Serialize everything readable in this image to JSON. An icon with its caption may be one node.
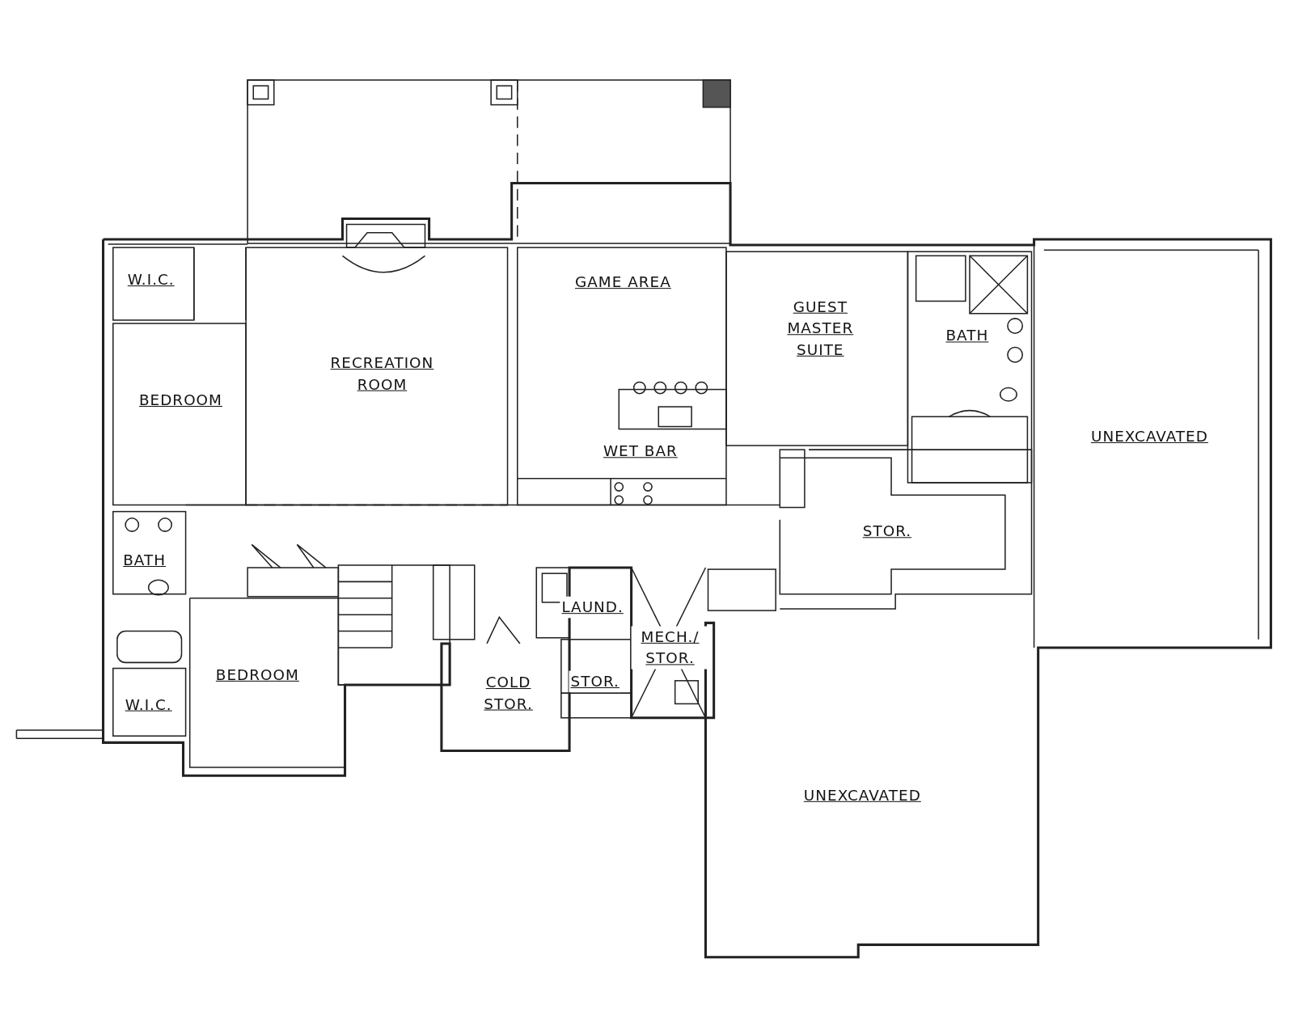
{
  "diagram": {
    "labels": [
      "W.I.C.",
      "GAME AREA",
      "GUEST MASTER SUITE",
      "BATH",
      "RECREATION ROOM",
      "BEDROOM",
      "UNEXCAVATED",
      "WET BAR",
      "STOR.",
      "BATH",
      "LAUND.",
      "MECH./ STOR.",
      "STOR.",
      "BEDROOM",
      "COLD STOR.",
      "W.I.C.",
      "UNEXCAVATED"
    ]
  }
}
